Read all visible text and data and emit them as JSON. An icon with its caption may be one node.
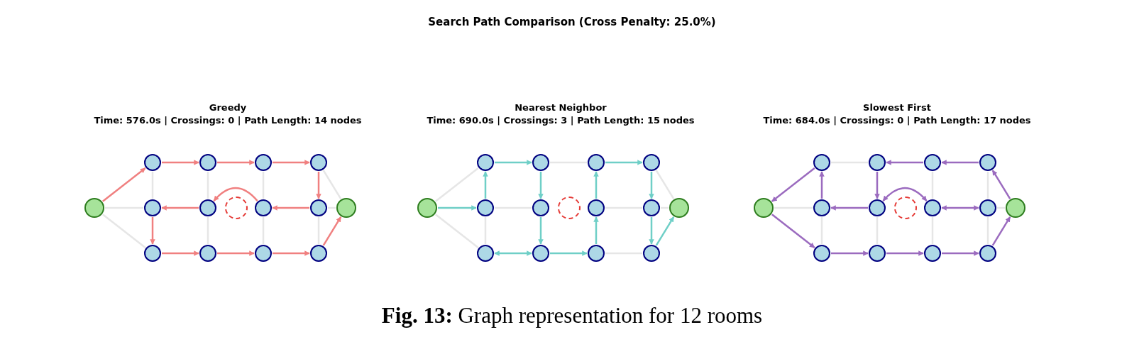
{
  "diagram": {
    "title": "Search Path Comparison (Cross Penalty: 25.0%)",
    "caption": "**Fig. 13:** Graph representation for 12 rooms",
    "nodes": [
      {
        "text": [],
        "shape": "circle"
      },
      {
        "text": [],
        "shape": "circle"
      },
      {
        "text": [],
        "shape": "circle"
      },
      {
        "text": [],
        "shape": "circle"
      },
      {
        "text": [],
        "shape": "circle"
      },
      {
        "text": [],
        "shape": "circle"
      },
      {
        "text": [],
        "shape": "circle"
      },
      {
        "text": [],
        "shape": "circle"
      },
      {
        "text": [],
        "shape": "circle"
      },
      {
        "text": [],
        "shape": "circle"
      },
      {
        "text": [],
        "shape": "circle"
      },
      {
        "text": [],
        "shape": "circle"
      },
      {
        "text": [],
        "shape": "circle"
      },
      {
        "text": [],
        "shape": "circle"
      },
      {
        "text": [],
        "shape": "circle"
      },
      {
        "text": [],
        "shape": "circle"
      },
      {
        "text": [],
        "shape": "circle"
      },
      {
        "text": [],
        "shape": "circle"
      },
      {
        "text": [],
        "shape": "circle"
      },
      {
        "text": [],
        "shape": "circle"
      },
      {
        "text": [],
        "shape": "circle"
      },
      {
        "text": [],
        "shape": "circle"
      },
      {
        "text": [],
        "shape": "circle"
      },
      {
        "text": [],
        "shape": "circle"
      },
      {
        "text": [],
        "shape": "circle"
      },
      {
        "text": [],
        "shape": "circle"
      },
      {
        "text": [],
        "shape": "circle"
      },
      {
        "text": [],
        "shape": "circle"
      },
      {
        "text": [],
        "shape": "circle"
      },
      {
        "text": [],
        "shape": "circle"
      },
      {
        "text": [],
        "shape": "circle"
      },
      {
        "text": [],
        "shape": "circle"
      },
      {
        "text": [],
        "shape": "circle"
      },
      {
        "text": [],
        "shape": "circle"
      },
      {
        "text": [],
        "shape": "circle"
      },
      {
        "text": [],
        "shape": "circle"
      },
      {
        "text": [],
        "shape": "circle"
      },
      {
        "text": [],
        "shape": "circle"
      },
      {
        "text": [],
        "shape": "circle"
      },
      {
        "text": [],
        "shape": "circle"
      },
      {
        "text": [],
        "shape": "circle"
      },
      {
        "text": [],
        "shape": "circle"
      },
      {
        "text": [],
        "shape": "circle"
      },
      {
        "text": [],
        "shape": "circle"
      },
      {
        "text": [],
        "shape": "circle"
      }
    ],
    "edges": [
      {
        "from": 4,
        "to": 0,
        "arrow": "to",
        "color": "#f08080"
      },
      {
        "from": 0,
        "to": 1,
        "arrow": "to",
        "color": "#f08080"
      },
      {
        "from": 1,
        "to": 2,
        "arrow": "to",
        "color": "#f08080"
      },
      {
        "from": 2,
        "to": 3,
        "arrow": "to",
        "color": "#f08080"
      },
      {
        "from": 3,
        "to": 9,
        "arrow": "to",
        "color": "#f08080"
      },
      {
        "from": 9,
        "to": 8,
        "arrow": "to",
        "color": "#f08080"
      },
      {
        "from": 8,
        "to": 6,
        "arrow": "to",
        "color": "#f08080"
      },
      {
        "from": 6,
        "to": 5,
        "arrow": "to",
        "color": "#f08080"
      },
      {
        "from": 5,
        "to": 11,
        "arrow": "to",
        "color": "#f08080"
      },
      {
        "from": 11,
        "to": 12,
        "arrow": "to",
        "color": "#f08080"
      },
      {
        "from": 12,
        "to": 13,
        "arrow": "to",
        "color": "#f08080"
      },
      {
        "from": 13,
        "to": 14,
        "arrow": "to",
        "color": "#f08080"
      },
      {
        "from": 14,
        "to": 10,
        "arrow": "to",
        "color": "#f08080"
      },
      {
        "from": 4,
        "to": 5,
        "arrow": "none",
        "color": "#e6e6e6"
      },
      {
        "from": 4,
        "to": 11,
        "arrow": "none",
        "color": "#e6e6e6"
      },
      {
        "from": 0,
        "to": 5,
        "arrow": "none",
        "color": "#e6e6e6"
      },
      {
        "from": 1,
        "to": 6,
        "arrow": "none",
        "color": "#e6e6e6"
      },
      {
        "from": 6,
        "to": 12,
        "arrow": "none",
        "color": "#e6e6e6"
      },
      {
        "from": 2,
        "to": 8,
        "arrow": "none",
        "color": "#e6e6e6"
      },
      {
        "from": 8,
        "to": 13,
        "arrow": "none",
        "color": "#e6e6e6"
      },
      {
        "from": 9,
        "to": 14,
        "arrow": "none",
        "color": "#e6e6e6"
      },
      {
        "from": 3,
        "to": 10,
        "arrow": "none",
        "color": "#e6e6e6"
      },
      {
        "from": 9,
        "to": 10,
        "arrow": "none",
        "color": "#e6e6e6"
      },
      {
        "from": 19,
        "to": 20,
        "arrow": "to",
        "color": "#6fcfc7"
      },
      {
        "from": 20,
        "to": 15,
        "arrow": "to",
        "color": "#6fcfc7"
      },
      {
        "from": 15,
        "to": 16,
        "arrow": "to",
        "color": "#6fcfc7"
      },
      {
        "from": 16,
        "to": 21,
        "arrow": "to",
        "color": "#6fcfc7"
      },
      {
        "from": 21,
        "to": 27,
        "arrow": "to",
        "color": "#6fcfc7"
      },
      {
        "from": 27,
        "to": 26,
        "arrow": "both",
        "color": "#6fcfc7"
      },
      {
        "from": 27,
        "to": 28,
        "arrow": "to",
        "color": "#6fcfc7"
      },
      {
        "from": 28,
        "to": 23,
        "arrow": "to",
        "color": "#6fcfc7"
      },
      {
        "from": 23,
        "to": 17,
        "arrow": "to",
        "color": "#6fcfc7"
      },
      {
        "from": 17,
        "to": 18,
        "arrow": "to",
        "color": "#6fcfc7"
      },
      {
        "from": 18,
        "to": 24,
        "arrow": "to",
        "color": "#6fcfc7"
      },
      {
        "from": 24,
        "to": 29,
        "arrow": "to",
        "color": "#6fcfc7"
      },
      {
        "from": 29,
        "to": 25,
        "arrow": "to",
        "color": "#6fcfc7"
      },
      {
        "from": 19,
        "to": 15,
        "arrow": "none",
        "color": "#e6e6e6"
      },
      {
        "from": 19,
        "to": 26,
        "arrow": "none",
        "color": "#e6e6e6"
      },
      {
        "from": 16,
        "to": 17,
        "arrow": "none",
        "color": "#e6e6e6"
      },
      {
        "from": 20,
        "to": 21,
        "arrow": "none",
        "color": "#e6e6e6"
      },
      {
        "from": 23,
        "to": 24,
        "arrow": "none",
        "color": "#e6e6e6"
      },
      {
        "from": 28,
        "to": 29,
        "arrow": "none",
        "color": "#e6e6e6"
      },
      {
        "from": 20,
        "to": 26,
        "arrow": "none",
        "color": "#e6e6e6"
      },
      {
        "from": 18,
        "to": 25,
        "arrow": "none",
        "color": "#e6e6e6"
      },
      {
        "from": 24,
        "to": 25,
        "arrow": "none",
        "color": "#e6e6e6"
      },
      {
        "from": 34,
        "to": 41,
        "arrow": "to",
        "color": "#9b6bbf"
      },
      {
        "from": 41,
        "to": 42,
        "arrow": "to",
        "color": "#9b6bbf"
      },
      {
        "from": 42,
        "to": 43,
        "arrow": "to",
        "color": "#9b6bbf"
      },
      {
        "from": 43,
        "to": 44,
        "arrow": "to",
        "color": "#9b6bbf"
      },
      {
        "from": 44,
        "to": 40,
        "arrow": "to",
        "color": "#9b6bbf"
      },
      {
        "from": 40,
        "to": 33,
        "arrow": "to",
        "color": "#9b6bbf"
      },
      {
        "from": 33,
        "to": 32,
        "arrow": "to",
        "color": "#9b6bbf"
      },
      {
        "from": 32,
        "to": 31,
        "arrow": "to",
        "color": "#9b6bbf"
      },
      {
        "from": 31,
        "to": 36,
        "arrow": "to",
        "color": "#9b6bbf"
      },
      {
        "from": 36,
        "to": 38,
        "arrow": "both",
        "color": "#9b6bbf"
      },
      {
        "from": 38,
        "to": 39,
        "arrow": "both",
        "color": "#9b6bbf"
      },
      {
        "from": 36,
        "to": 35,
        "arrow": "to",
        "color": "#9b6bbf"
      },
      {
        "from": 35,
        "to": 30,
        "arrow": "to",
        "color": "#9b6bbf"
      },
      {
        "from": 30,
        "to": 34,
        "arrow": "to",
        "color": "#9b6bbf"
      },
      {
        "from": 34,
        "to": 35,
        "arrow": "none",
        "color": "#e6e6e6"
      },
      {
        "from": 30,
        "to": 31,
        "arrow": "none",
        "color": "#e6e6e6"
      },
      {
        "from": 35,
        "to": 41,
        "arrow": "none",
        "color": "#e6e6e6"
      },
      {
        "from": 36,
        "to": 42,
        "arrow": "none",
        "color": "#e6e6e6"
      },
      {
        "from": 32,
        "to": 38,
        "arrow": "none",
        "color": "#e6e6e6"
      },
      {
        "from": 38,
        "to": 43,
        "arrow": "none",
        "color": "#e6e6e6"
      },
      {
        "from": 33,
        "to": 39,
        "arrow": "none",
        "color": "#e6e6e6"
      },
      {
        "from": 39,
        "to": 44,
        "arrow": "none",
        "color": "#e6e6e6"
      },
      {
        "from": 39,
        "to": 40,
        "arrow": "none",
        "color": "#e6e6e6"
      }
    ],
    "labels": [
      "Greedy",
      "Time: 576.0s | Crossings: 0 | Path Length: 14 nodes",
      "Nearest Neighbor",
      "Time: 690.0s | Crossings: 3 | Path Length: 15 nodes",
      "Slowest First",
      "Time: 684.0s | Crossings: 0 | Path Length: 17 nodes"
    ]
  }
}
